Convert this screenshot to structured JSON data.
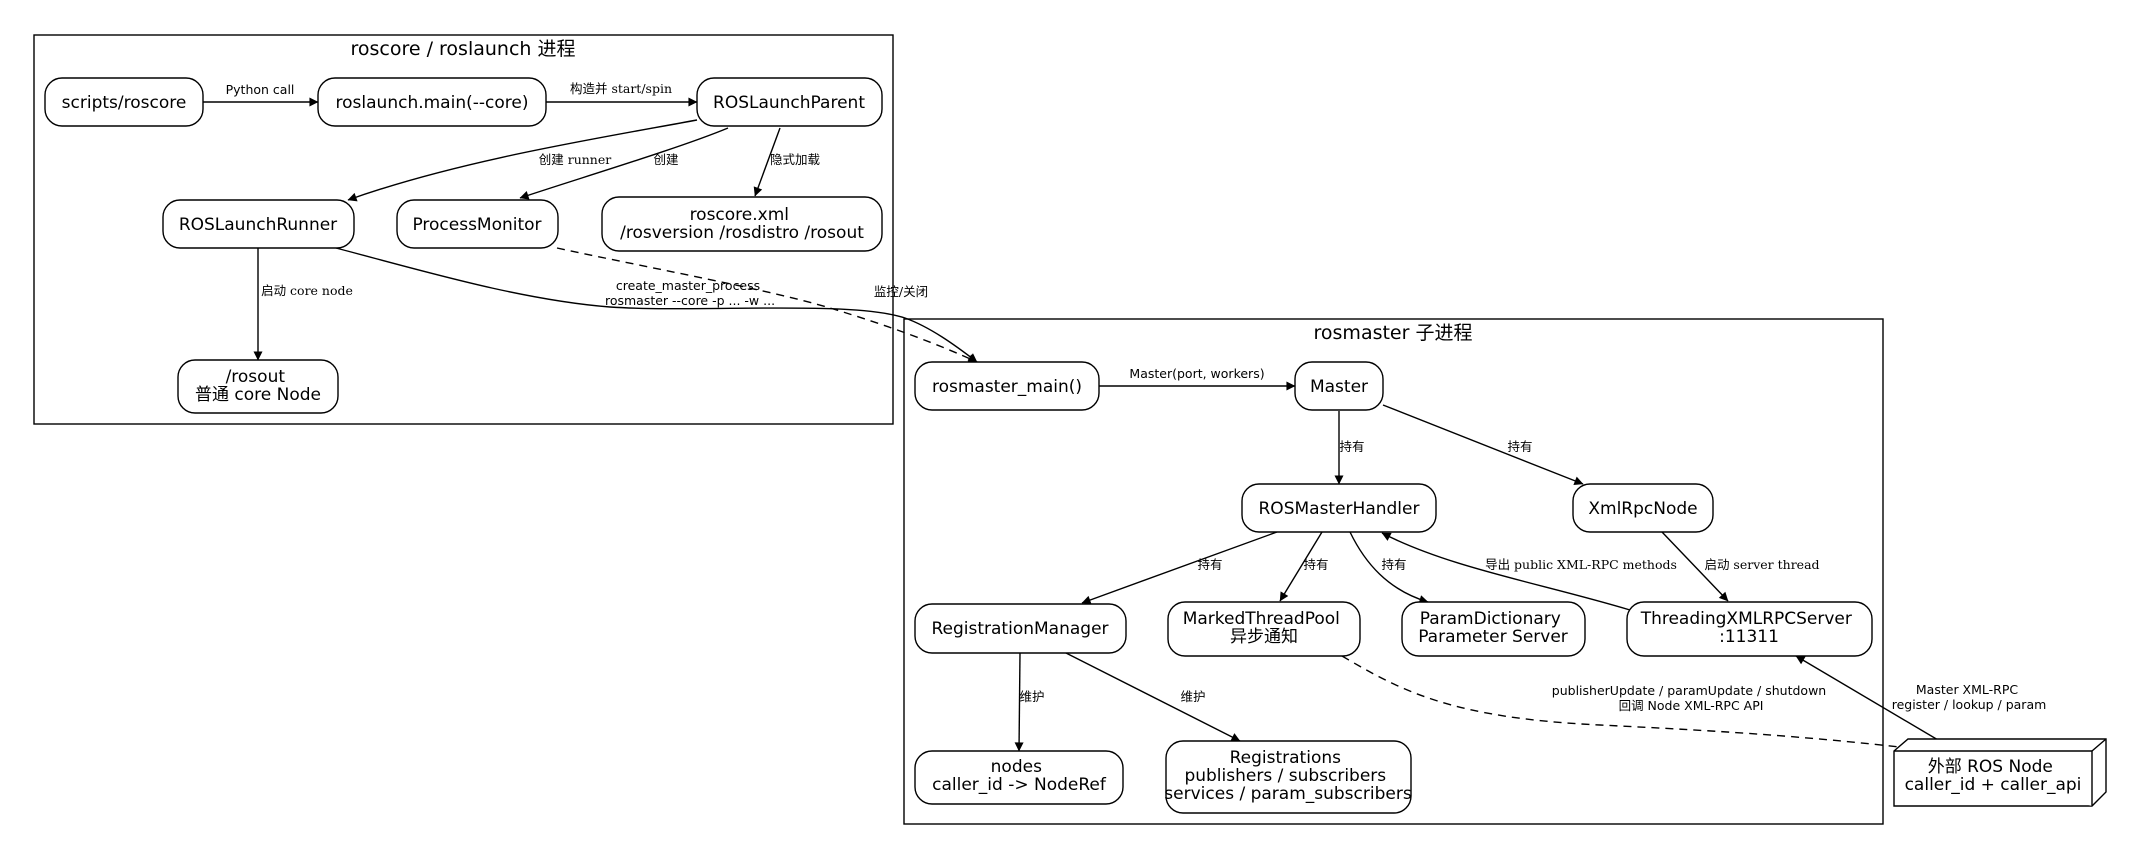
{
  "clusters": {
    "roscore": {
      "title": "roscore / roslaunch 进程"
    },
    "rosmaster": {
      "title": "rosmaster 子进程"
    }
  },
  "nodes": {
    "scripts_roscore": [
      "scripts/roscore"
    ],
    "roslaunch_main": [
      "roslaunch.main(--core)"
    ],
    "roslaunch_parent": [
      "ROSLaunchParent"
    ],
    "roslaunch_runner": [
      "ROSLaunchRunner"
    ],
    "process_monitor": [
      "ProcessMonitor"
    ],
    "roscore_xml": [
      "roscore.xml",
      "/rosversion /rosdistro /rosout"
    ],
    "rosout": [
      "/rosout",
      "普通 core Node"
    ],
    "rosmaster_main": [
      "rosmaster_main()"
    ],
    "master": [
      "Master"
    ],
    "ros_master_handler": [
      "ROSMasterHandler"
    ],
    "xml_rpc_node": [
      "XmlRpcNode"
    ],
    "registration_manager": [
      "RegistrationManager"
    ],
    "marked_thread_pool": [
      "MarkedThreadPool",
      "异步通知"
    ],
    "param_dictionary": [
      "ParamDictionary",
      "Parameter Server"
    ],
    "threading_xmlrpc_server": [
      "ThreadingXMLRPCServer",
      ":11311"
    ],
    "nodes_map": [
      "nodes",
      "caller_id -> NodeRef"
    ],
    "registrations": [
      "Registrations",
      "publishers / subscribers",
      "services / param_subscribers"
    ],
    "external_ros_node": [
      "外部 ROS Node",
      "caller_id + caller_api"
    ]
  },
  "edges": {
    "python_call": [
      "Python call"
    ],
    "construct_start_spin": [
      "构造并 start/spin"
    ],
    "create_runner": [
      "创建 runner"
    ],
    "create_pm": [
      "创建"
    ],
    "implicit_load": [
      "隐式加载"
    ],
    "start_core_node": [
      "启动 core node"
    ],
    "create_master_process": [
      "create_master_process",
      "rosmaster --core -p ... -w ..."
    ],
    "monitor_close": [
      "监控/关闭"
    ],
    "master_port_workers": [
      "Master(port, workers)"
    ],
    "holds_handler": [
      "持有"
    ],
    "holds_xmlrpc": [
      "持有"
    ],
    "holds_regmgr": [
      "持有"
    ],
    "holds_pool": [
      "持有"
    ],
    "holds_params": [
      "持有"
    ],
    "export_methods": [
      "导出 public XML-RPC methods"
    ],
    "start_server_thread": [
      "启动 server thread"
    ],
    "maintain_nodes": [
      "维护"
    ],
    "maintain_regs": [
      "维护"
    ],
    "callback_api": [
      "publisherUpdate / paramUpdate / shutdown",
      "回调 Node XML-RPC API"
    ],
    "master_xmlrpc": [
      "Master XML-RPC",
      "register / lookup / param"
    ]
  }
}
